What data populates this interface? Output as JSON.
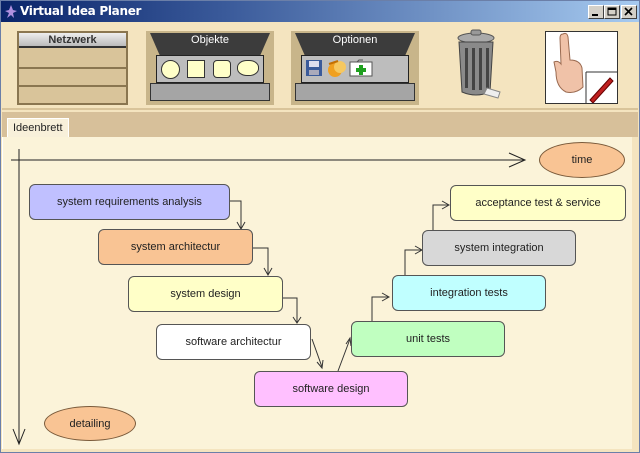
{
  "window": {
    "title": "Virtual Idea Planer",
    "controls": [
      "minimize",
      "maximize",
      "close"
    ]
  },
  "toolbar": {
    "netzwerk_label": "Netzwerk",
    "objekte_label": "Objekte",
    "objekte_items": [
      "circle",
      "square",
      "rounded-square",
      "cloud"
    ],
    "optionen_label": "Optionen",
    "optionen_items": [
      "save-icon",
      "open-icon",
      "new-folder-icon"
    ],
    "trash": "trash-icon",
    "mode": "hand-pen-icon"
  },
  "tabs": [
    {
      "label": "Ideenbrett",
      "active": true
    }
  ],
  "board": {
    "axes": {
      "horizontal_label": "time",
      "vertical_label": "detailing"
    },
    "nodes": [
      {
        "id": "n1",
        "label": "system requirements analysis",
        "color": "#c0c0ff"
      },
      {
        "id": "n2",
        "label": "system architectur",
        "color": "#f9c494"
      },
      {
        "id": "n3",
        "label": "system design",
        "color": "#ffffc8"
      },
      {
        "id": "n4",
        "label": "software architectur",
        "color": "#ffffff"
      },
      {
        "id": "n5",
        "label": "software design",
        "color": "#ffc0ff"
      },
      {
        "id": "n6",
        "label": "unit tests",
        "color": "#c0ffc0"
      },
      {
        "id": "n7",
        "label": "integration tests",
        "color": "#c0ffff"
      },
      {
        "id": "n8",
        "label": "system integration",
        "color": "#d8d8d8"
      },
      {
        "id": "n9",
        "label": "acceptance test & service",
        "color": "#ffffc8"
      }
    ],
    "edges": [
      [
        "n1",
        "n2"
      ],
      [
        "n2",
        "n3"
      ],
      [
        "n3",
        "n4"
      ],
      [
        "n4",
        "n5"
      ],
      [
        "n5",
        "n6"
      ],
      [
        "n6",
        "n7"
      ],
      [
        "n7",
        "n8"
      ],
      [
        "n8",
        "n9"
      ]
    ]
  }
}
